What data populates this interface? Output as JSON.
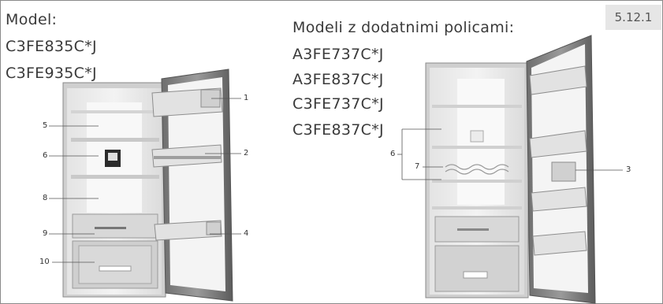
{
  "section_badge": "5.12.1",
  "left": {
    "heading": "Model:",
    "models": [
      "C3FE835C*J",
      "C3FE935C*J"
    ],
    "callouts": {
      "c1": "1",
      "c2": "2",
      "c4": "4",
      "c5": "5",
      "c6": "6",
      "c8": "8",
      "c9": "9",
      "c10": "10"
    }
  },
  "right": {
    "heading": "Modeli z dodatnimi policami:",
    "models": [
      "A3FE737C*J",
      "A3FE837C*J",
      "C3FE737C*J",
      "C3FE837C*J"
    ],
    "callouts": {
      "c6": "6",
      "c7": "7",
      "c3": "3"
    }
  }
}
